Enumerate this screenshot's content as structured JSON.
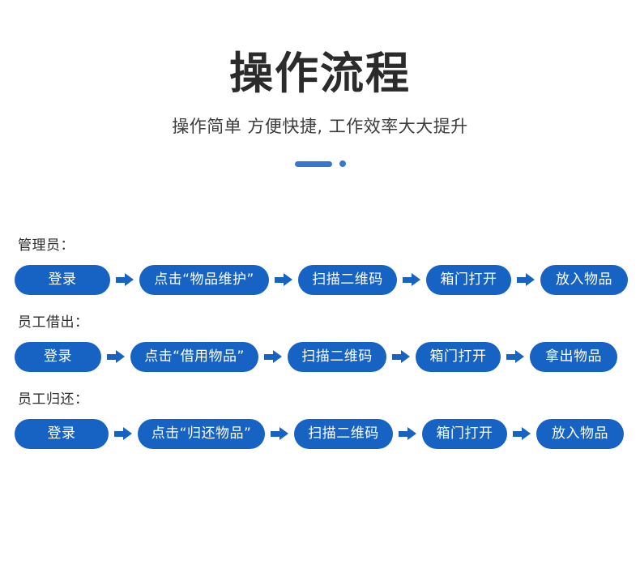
{
  "header": {
    "title": "操作流程",
    "subtitle": "操作简单  方便快捷, 工作效率大大提升"
  },
  "theme": {
    "pill_blue": "#1663c4",
    "divider_blue": "#3778cf",
    "title_color": "#2b2b2b",
    "background": "#ffffff"
  },
  "flow": {
    "groups": [
      {
        "label": "管理员：",
        "steps": [
          "登录",
          "点击“物品维护”",
          "扫描二维码",
          "箱门打开",
          "放入物品"
        ]
      },
      {
        "label": "员工借出：",
        "steps": [
          "登录",
          "点击“借用物品”",
          "扫描二维码",
          "箱门打开",
          "拿出物品"
        ]
      },
      {
        "label": "员工归还：",
        "steps": [
          "登录",
          "点击“归还物品”",
          "扫描二维码",
          "箱门打开",
          "放入物品"
        ]
      }
    ]
  }
}
